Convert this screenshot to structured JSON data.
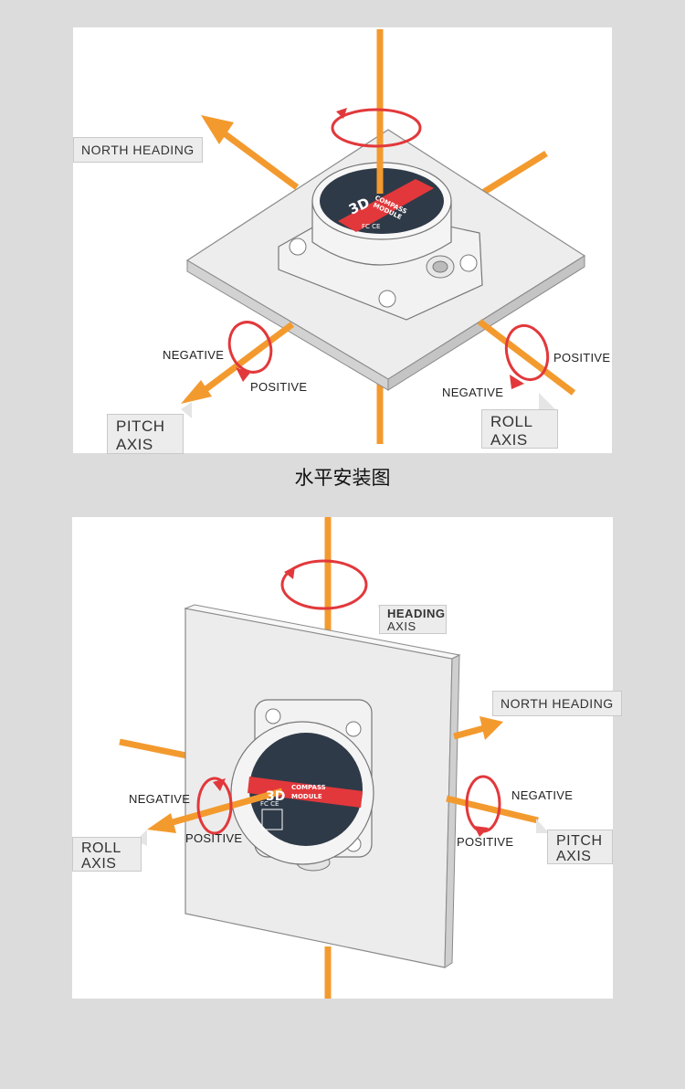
{
  "caption": "水平安装图",
  "colors": {
    "axis": "#f39a2e",
    "rotation": "#e2383b",
    "plate": "#ececec",
    "background": "#dcdcdc"
  },
  "top_diagram": {
    "north_heading": "NORTH HEADING",
    "pitch_axis": [
      "PITCH",
      "AXIS"
    ],
    "roll_axis": [
      "ROLL",
      "AXIS"
    ],
    "pitch_negative": "NEGATIVE",
    "pitch_positive": "POSITIVE",
    "roll_negative": "NEGATIVE",
    "roll_positive": "POSITIVE",
    "device": {
      "badge": "3D",
      "line1": "COMPASS",
      "line2": "MODULE",
      "marks": "FC  CE"
    }
  },
  "bottom_diagram": {
    "heading_axis": [
      "HEADING",
      "AXIS"
    ],
    "north_heading": "NORTH HEADING",
    "roll_axis": [
      "ROLL",
      "AXIS"
    ],
    "pitch_axis": [
      "PITCH",
      "AXIS"
    ],
    "roll_negative": "NEGATIVE",
    "roll_positive": "POSITIVE",
    "pitch_negative": "NEGATIVE",
    "pitch_positive": "POSITIVE",
    "device": {
      "badge": "3D",
      "line1": "COMPASS",
      "line2": "MODULE",
      "marks": "FC  CE"
    }
  }
}
